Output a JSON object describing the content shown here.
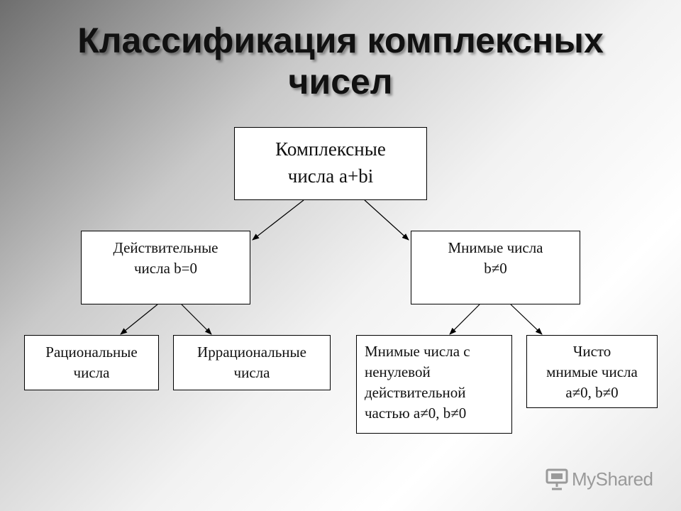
{
  "title": {
    "line1": "Классификация комплексных",
    "line2": "чисел"
  },
  "nodes": {
    "root": "Комплексные\nчисла a+bi",
    "real": "Действительные\nчисла b=0",
    "imaginary": "Мнимые числа\nb≠0",
    "rational": "Рациональные\nчисла",
    "irrational": "Иррациональные\nчисла",
    "imag_nonzero_real": "Мнимые числа с\nненулевой\nдействительной\nчастью a≠0, b≠0",
    "pure_imaginary": "Чисто\nмнимые числа\na≠0, b≠0"
  },
  "edges": [
    {
      "from": "root",
      "to": "real"
    },
    {
      "from": "root",
      "to": "imaginary"
    },
    {
      "from": "real",
      "to": "rational"
    },
    {
      "from": "real",
      "to": "irrational"
    },
    {
      "from": "imaginary",
      "to": "imag_nonzero_real"
    },
    {
      "from": "imaginary",
      "to": "pure_imaginary"
    }
  ],
  "watermark": {
    "text": "MyShared",
    "icon": "presentation-board-icon"
  },
  "colors": {
    "node_fill": "#ffffff",
    "node_border": "#000000",
    "text": "#111111",
    "watermark": "#9a9a9a"
  }
}
